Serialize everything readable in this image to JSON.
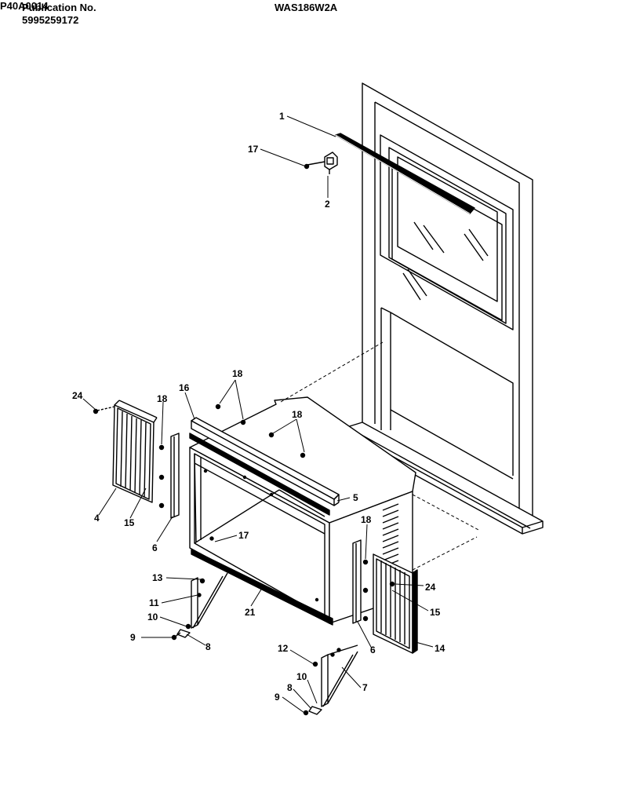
{
  "header": {
    "publication_label": "Publication No.",
    "publication_number": "5995259172",
    "model": "WAS186W2A"
  },
  "figure_code": "P40A0014",
  "callouts": [
    {
      "id": "c1",
      "text": "1"
    },
    {
      "id": "c17a",
      "text": "17"
    },
    {
      "id": "c2",
      "text": "2"
    },
    {
      "id": "c18a",
      "text": "18"
    },
    {
      "id": "c16",
      "text": "16"
    },
    {
      "id": "c18b",
      "text": "18"
    },
    {
      "id": "c24a",
      "text": "24"
    },
    {
      "id": "c18c",
      "text": "18"
    },
    {
      "id": "c4",
      "text": "4"
    },
    {
      "id": "c15a",
      "text": "15"
    },
    {
      "id": "c6a",
      "text": "6"
    },
    {
      "id": "c5",
      "text": "5"
    },
    {
      "id": "c17b",
      "text": "17"
    },
    {
      "id": "c18d",
      "text": "18"
    },
    {
      "id": "c13",
      "text": "13"
    },
    {
      "id": "c11",
      "text": "11"
    },
    {
      "id": "c10a",
      "text": "10"
    },
    {
      "id": "c9a",
      "text": "9"
    },
    {
      "id": "c8a",
      "text": "8"
    },
    {
      "id": "c21",
      "text": "21"
    },
    {
      "id": "c24b",
      "text": "24"
    },
    {
      "id": "c15b",
      "text": "15"
    },
    {
      "id": "c14",
      "text": "14"
    },
    {
      "id": "c6b",
      "text": "6"
    },
    {
      "id": "c12",
      "text": "12"
    },
    {
      "id": "c7",
      "text": "7"
    },
    {
      "id": "c10b",
      "text": "10"
    },
    {
      "id": "c8b",
      "text": "8"
    },
    {
      "id": "c9b",
      "text": "9"
    }
  ]
}
